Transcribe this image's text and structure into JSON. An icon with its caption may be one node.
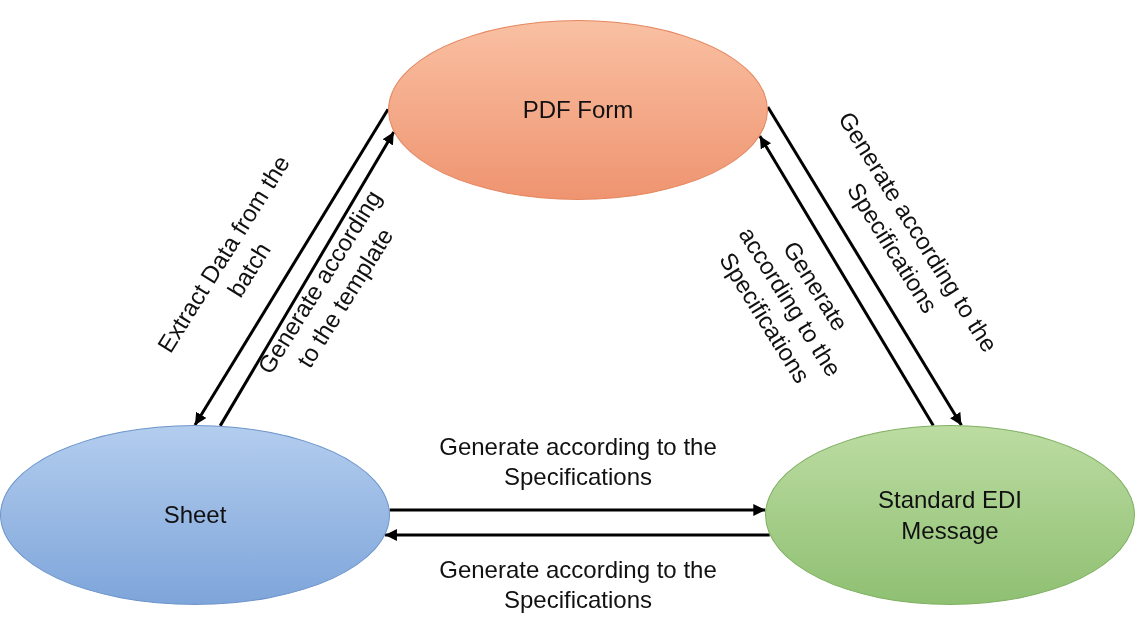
{
  "diagram": {
    "nodes": [
      {
        "text": [
          "PDF Form"
        ]
      },
      {
        "text": [
          "Sheet"
        ]
      },
      {
        "text": [
          "Standard EDI Message"
        ]
      }
    ],
    "edges": [
      {
        "from": 0,
        "to": 1,
        "arrow": "to",
        "label": "Extract Data from the batch"
      },
      {
        "from": 1,
        "to": 0,
        "arrow": "to",
        "label": "Generate according to the template"
      },
      {
        "from": 2,
        "to": 0,
        "arrow": "to",
        "label": "Generate according to the Specifications"
      },
      {
        "from": 0,
        "to": 2,
        "arrow": "to",
        "label": "Generate according to the Specifications"
      },
      {
        "from": 1,
        "to": 2,
        "arrow": "to",
        "label": "Generate according to the Specifications"
      },
      {
        "from": 2,
        "to": 1,
        "arrow": "to",
        "label": "Generate according to the Specifications"
      }
    ]
  }
}
